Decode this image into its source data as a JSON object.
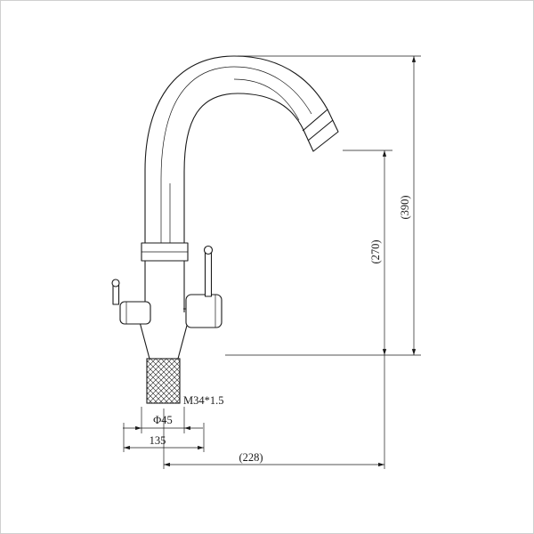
{
  "drawing": {
    "line_color": "#1a1a1a",
    "dimensions": {
      "total_height": "(390)",
      "spout_outlet_height": "(270)",
      "spout_reach": "(228)",
      "base_span": "135",
      "base_diameter": "Φ45",
      "thread_spec": "M34*1.5"
    }
  }
}
